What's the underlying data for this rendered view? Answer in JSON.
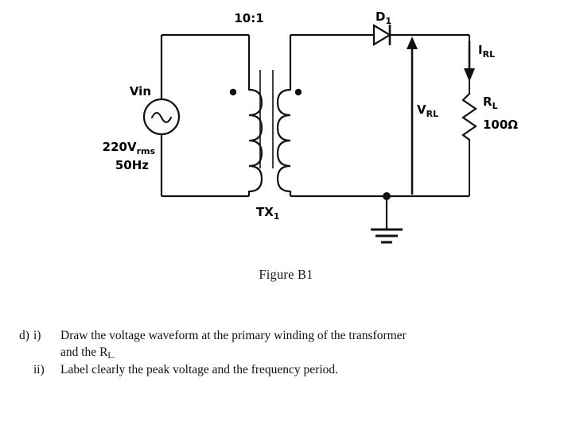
{
  "figure": {
    "caption": "Figure B1",
    "labels": {
      "turns_ratio": "10:1",
      "source_name": "Vin",
      "source_voltage": "220V",
      "source_voltage_sub": "rms",
      "source_frequency": "50Hz",
      "transformer_name": "TX",
      "transformer_name_sub": "1",
      "diode_name": "D",
      "diode_name_sub": "1",
      "load_current": "I",
      "load_current_sub": "RL",
      "load_voltage": "V",
      "load_voltage_sub": "RL",
      "resistor_name": "R",
      "resistor_name_sub": "L",
      "resistor_value": "100Ω"
    },
    "components": [
      "ac-voltage-source",
      "transformer",
      "diode",
      "load-resistor",
      "ground"
    ],
    "colors": {
      "ink": "#000000",
      "paper": "#ffffff"
    }
  },
  "question": {
    "marker": "d)",
    "items": [
      {
        "marker": "i)",
        "line1": "Draw the voltage waveform at the primary winding of the transformer",
        "line2_prefix": "and the R",
        "line2_sub": "L."
      },
      {
        "marker": "ii)",
        "line1": "Label clearly the peak voltage and the frequency period."
      }
    ]
  }
}
